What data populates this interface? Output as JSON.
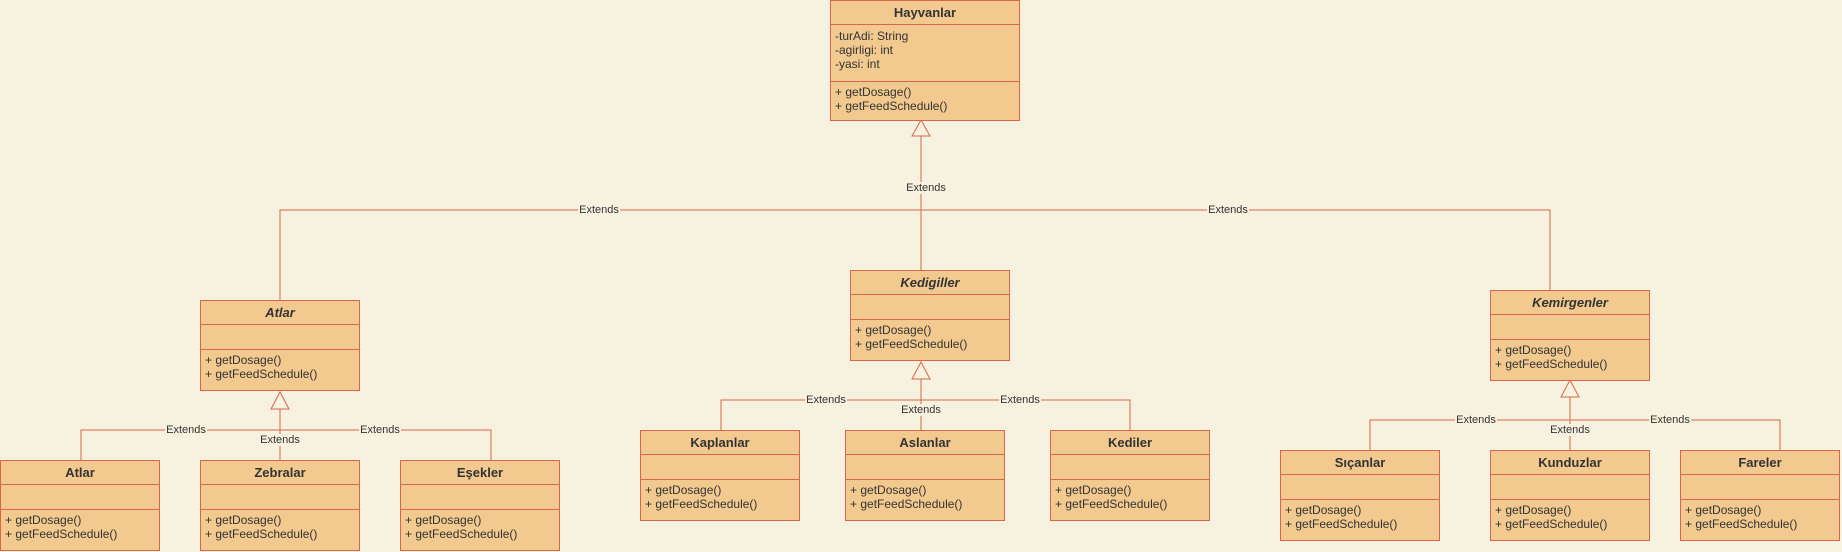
{
  "extends_label": "Extends",
  "classes": {
    "hayvanlar": {
      "name": "Hayvanlar",
      "attrs": [
        "-turAdi: String",
        "-agirligi: int",
        "-yasi: int"
      ],
      "ops": [
        "+ getDosage()",
        "+ getFeedSchedule()"
      ]
    },
    "atlar_abs": {
      "name": "Atlar",
      "ops": [
        "+ getDosage()",
        "+ getFeedSchedule()"
      ]
    },
    "kedigiller": {
      "name": "Kedigiller",
      "ops": [
        "+ getDosage()",
        "+ getFeedSchedule()"
      ]
    },
    "kemirgenler": {
      "name": "Kemirgenler",
      "ops": [
        "+ getDosage()",
        "+ getFeedSchedule()"
      ]
    },
    "atlar": {
      "name": "Atlar",
      "ops": [
        "+ getDosage()",
        "+ getFeedSchedule()"
      ]
    },
    "zebralar": {
      "name": "Zebralar",
      "ops": [
        "+ getDosage()",
        "+ getFeedSchedule()"
      ]
    },
    "esekler": {
      "name": "Eşekler",
      "ops": [
        "+ getDosage()",
        "+ getFeedSchedule()"
      ]
    },
    "kaplanlar": {
      "name": "Kaplanlar",
      "ops": [
        "+ getDosage()",
        "+ getFeedSchedule()"
      ]
    },
    "aslanlar": {
      "name": "Aslanlar",
      "ops": [
        "+ getDosage()",
        "+ getFeedSchedule()"
      ]
    },
    "kediler": {
      "name": "Kediler",
      "ops": [
        "+ getDosage()",
        "+ getFeedSchedule()"
      ]
    },
    "sicanlar": {
      "name": "Sıçanlar",
      "ops": [
        "+ getDosage()",
        "+ getFeedSchedule()"
      ]
    },
    "kunduzlar": {
      "name": "Kunduzlar",
      "ops": [
        "+ getDosage()",
        "+ getFeedSchedule()"
      ]
    },
    "fareler": {
      "name": "Fareler",
      "ops": [
        "+ getDosage()",
        "+ getFeedSchedule()"
      ]
    }
  }
}
